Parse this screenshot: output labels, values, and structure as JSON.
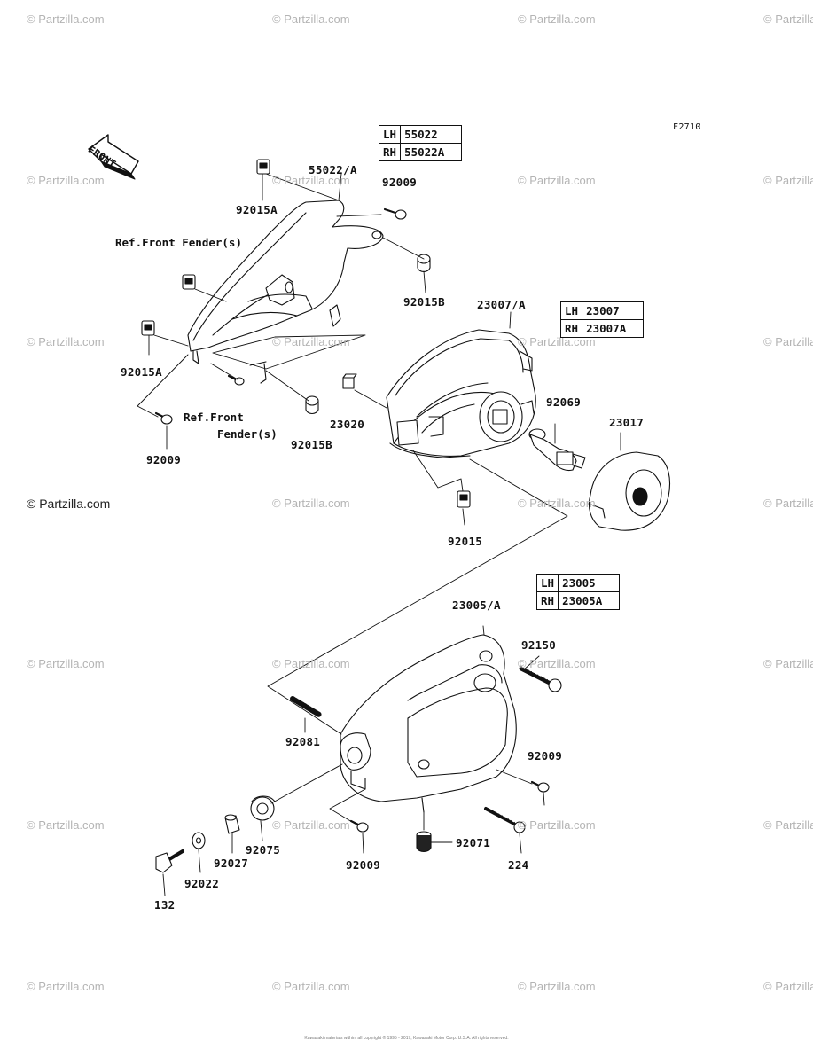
{
  "watermarks": [
    {
      "text": "© Partzilla.com",
      "strong": false
    },
    {
      "text": "© Partzilla.com",
      "strong": true
    }
  ],
  "figure_code": "F2710",
  "front_label": "FRONT",
  "references": {
    "fender_1": "Ref.Front Fender(s)",
    "fender_2_line1": "Ref.Front",
    "fender_2_line2": "Fender(s)"
  },
  "side_tables": [
    {
      "rows": [
        {
          "side": "LH",
          "part": "55022"
        },
        {
          "side": "RH",
          "part": "55022A"
        }
      ]
    },
    {
      "rows": [
        {
          "side": "LH",
          "part": "23007"
        },
        {
          "side": "RH",
          "part": "23007A"
        }
      ]
    },
    {
      "rows": [
        {
          "side": "LH",
          "part": "23005"
        },
        {
          "side": "RH",
          "part": "23005A"
        }
      ]
    }
  ],
  "part_labels": {
    "p55022A": "55022/A",
    "p92009_top": "92009",
    "p92015A_top": "92015A",
    "p92015B_top": "92015B",
    "p92015A_left": "92015A",
    "p92009_left": "92009",
    "p92015B_mid": "92015B",
    "p23007A": "23007/A",
    "p23020": "23020",
    "p92069": "92069",
    "p23017": "23017",
    "p92015": "92015",
    "p23005A": "23005/A",
    "p92150": "92150",
    "p92081": "92081",
    "p92009_right": "92009",
    "p92075": "92075",
    "p92027": "92027",
    "p92022": "92022",
    "p132": "132",
    "p92009_bottom": "92009",
    "p92071": "92071",
    "p224": "224"
  },
  "footer_text": "Kawasaki materials within, all copyright © 1995 - 2017, Kawasaki Motor Corp. U.S.A. All rights reserved."
}
